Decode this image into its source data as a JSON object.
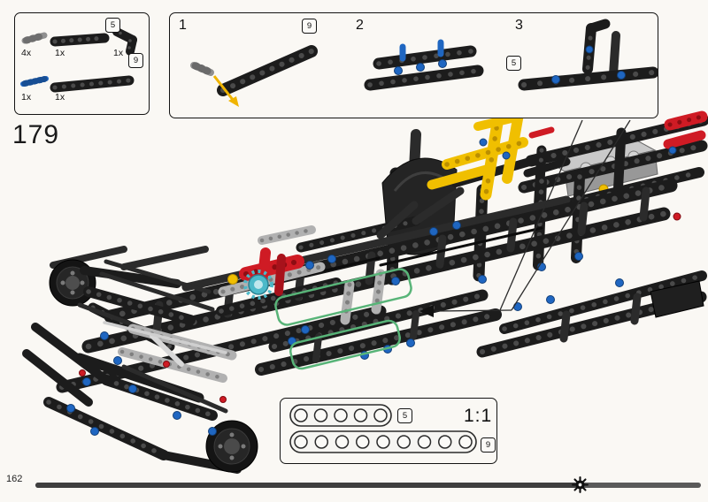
{
  "page": {
    "step_number": "179",
    "background_color": "#faf8f4"
  },
  "parts_panel": {
    "items": [
      {
        "count": "4x",
        "part": "gray-pin"
      },
      {
        "count": "1x",
        "part": "black-thin-beam",
        "badge": "5"
      },
      {
        "count": "1x",
        "part": "black-corner-liftarm"
      },
      {
        "count": "1x",
        "part": "blue-axle"
      },
      {
        "count": "1x",
        "part": "black-thin-beam-long",
        "badge": "9"
      }
    ]
  },
  "steps_panel": {
    "steps": [
      {
        "number": "1",
        "badge": "9"
      },
      {
        "number": "2"
      },
      {
        "number": "3",
        "badge": "5"
      }
    ]
  },
  "scale_panel": {
    "label": "1:1",
    "beams": [
      {
        "holes": 5,
        "badge": "5"
      },
      {
        "holes": 9,
        "badge": "9"
      }
    ]
  },
  "footer": {
    "page_number": "162",
    "progress_percent": 81
  },
  "icons": {
    "progress_marker": "sun-icon",
    "callout": "left-arrow-icon"
  },
  "colors": {
    "background": "#faf8f4",
    "beam_dark": "#1c1c1c",
    "lego_yellow": "#f0bf00",
    "lego_red": "#cf1b24",
    "lego_blue": "#1f66c1",
    "teal_gear": "#4cb9c9",
    "highlight_green": "#58b478"
  }
}
